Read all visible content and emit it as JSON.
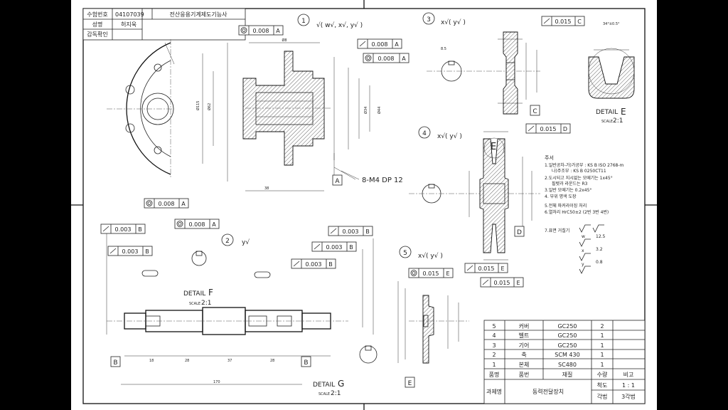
{
  "title_block": {
    "exam_no_label": "수험번호",
    "exam_no": "04107039",
    "exam_name": "전산응용기계제도기능사",
    "name_label": "성명",
    "name": "허지욱",
    "supervisor_label": "감독확인"
  },
  "views": {
    "v1": {
      "num": "1",
      "symbols": "√( w√, x√, y√ )"
    },
    "v2": {
      "num": "2",
      "symbols": "y√"
    },
    "v3": {
      "num": "3",
      "symbols": "x√( y√ )"
    },
    "v4": {
      "num": "4",
      "symbols": "x√( y√ )"
    },
    "v5": {
      "num": "5",
      "symbols": "x√( y√ )"
    }
  },
  "tolerances": {
    "conc_a_1": {
      "value": "0.008",
      "datum": "A"
    },
    "runout_a_1": {
      "value": "0.008",
      "datum": "A"
    },
    "conc_a_2": {
      "value": "0.008",
      "datum": "A"
    },
    "conc_a_3": {
      "value": "0.008",
      "datum": "A"
    },
    "conc_a_4": {
      "value": "0.008",
      "datum": "A"
    },
    "runout_c": {
      "value": "0.015",
      "datum": "C"
    },
    "runout_d": {
      "value": "0.015",
      "datum": "D"
    },
    "runout_b_1": {
      "value": "0.003",
      "datum": "B"
    },
    "runout_b_2": {
      "value": "0.003",
      "datum": "B"
    },
    "runout_b_3": {
      "value": "0.003",
      "datum": "B"
    },
    "runout_b_4": {
      "value": "0.003",
      "datum": "B"
    },
    "runout_b_5": {
      "value": "0.003",
      "datum": "B"
    },
    "conc_e": {
      "value": "0.015",
      "datum": "E"
    },
    "runout_e_1": {
      "value": "0.015",
      "datum": "E"
    },
    "runout_e_2": {
      "value": "0.015",
      "datum": "E"
    }
  },
  "datums": {
    "a": "A",
    "b1": "B",
    "b2": "B",
    "c": "C",
    "d": "D",
    "e": "E"
  },
  "thread_note": "8-M4 DP 12",
  "details": {
    "e": {
      "title": "DETAIL",
      "letter": "E",
      "scale_label": "SCALE",
      "scale": "2:1"
    },
    "f": {
      "title": "DETAIL",
      "letter": "F",
      "scale_label": "SCALE",
      "scale": "2:1"
    },
    "g": {
      "title": "DETAIL",
      "letter": "G",
      "scale_label": "SCALE",
      "scale": "2:1"
    }
  },
  "notes": {
    "heading": "주서",
    "lines": [
      "1.일반공차-가)가공부 : KS B ISO 2768-m",
      "나)주조부 : KS B 0250CT11",
      "2.도시되고 지시없는 모떼기는 1x45°",
      "필렛과 라운드는 R3",
      "3.일반 모떼기는 0.2x45°",
      "4.    부위 명색 도장",
      "5.전체 파커라이징 처리",
      "6.열처리 HrC50±2 (2번 3번 4번)"
    ],
    "roughness_heading": "7.표면 거칠기",
    "roughness": [
      {
        "sym": "w",
        "val": "12.5"
      },
      {
        "sym": "x",
        "val": "3.2"
      },
      {
        "sym": "y",
        "val": "0.8"
      }
    ]
  },
  "parts_list": {
    "rows": [
      {
        "no": "5",
        "name": "커버",
        "material": "GC250",
        "qty": "2",
        "note": ""
      },
      {
        "no": "4",
        "name": "벨트",
        "material": "GC250",
        "qty": "1",
        "note": ""
      },
      {
        "no": "3",
        "name": "기어",
        "material": "GC250",
        "qty": "1",
        "note": ""
      },
      {
        "no": "2",
        "name": "축",
        "material": "SCM 430",
        "qty": "1",
        "note": ""
      },
      {
        "no": "1",
        "name": "본체",
        "material": "SC480",
        "qty": "1",
        "note": ""
      }
    ],
    "header": {
      "no": "품명",
      "name": "품번",
      "material": "재질",
      "qty": "수량",
      "note": "비고"
    },
    "project_label": "과제명",
    "project": "동력전달장치",
    "scale_label": "척도",
    "scale": "1 : 1",
    "angle_label": "각법",
    "angle": "3각법"
  }
}
